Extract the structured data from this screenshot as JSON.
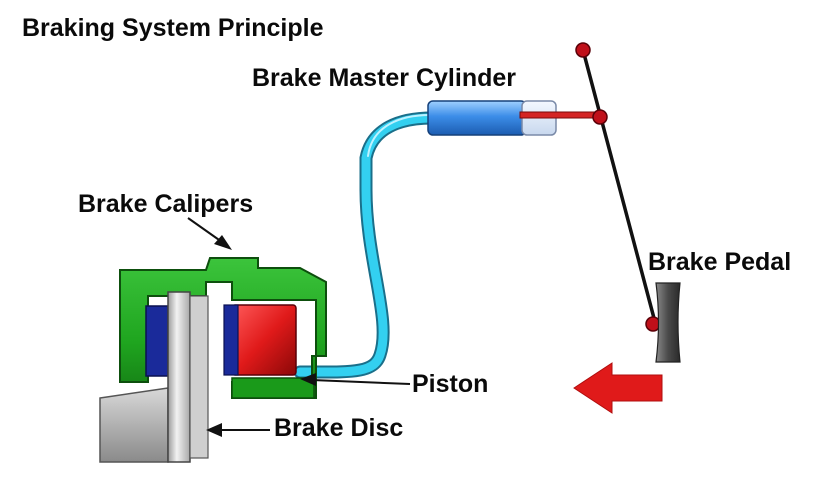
{
  "title": "Braking System Principle",
  "labels": {
    "master_cylinder": "Brake Master Cylinder",
    "calipers": "Brake Calipers",
    "pedal": "Brake Pedal",
    "piston": "Piston",
    "disc": "Brake Disc"
  },
  "colors": {
    "caliper": "#1fa51f",
    "caliper_dark": "#0d6b0d",
    "brake_line": "#33d0f0",
    "master_cylinder": "#3c8de8",
    "piston": "#e01a1a",
    "pad_blue": "#1a2a9a",
    "disc": "#c8c8c8",
    "pedal": "#555555",
    "pivot": "#c0101a",
    "arrow": "#e01a1a"
  }
}
